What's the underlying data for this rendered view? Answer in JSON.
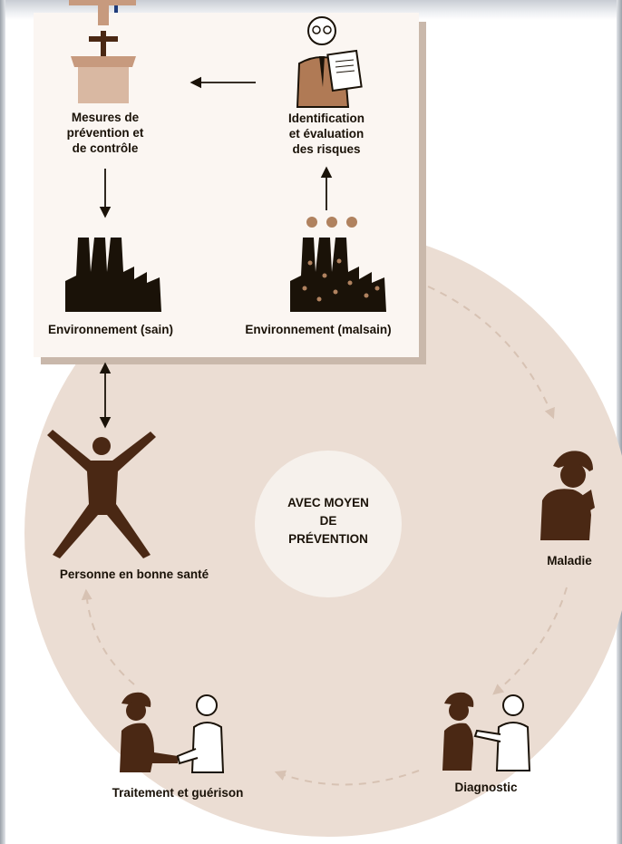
{
  "colors": {
    "circle_fill": "#ebddd3",
    "center_fill": "#f6f1ec",
    "box_fill": "#fbf6f2",
    "box_shadow": "#c9b8ab",
    "figure_dark": "#4a2814",
    "figure_mid": "#c79a7e",
    "dot_color": "#b0825f",
    "dashed_arrow": "#d7c2b3",
    "text": "#1a1208"
  },
  "nodes": {
    "mesures": "Mesures de\nprévention et\nde contrôle",
    "identification": "Identification\net évaluation\ndes risques",
    "env_sain": "Environnement (sain)",
    "env_malsain": "Environnement (malsain)",
    "center": "AVEC MOYEN\nDE\nPRÉVENTION",
    "personne": "Personne en bonne santé",
    "maladie": "Maladie",
    "diagnostic": "Diagnostic",
    "traitement": "Traitement et guérison"
  },
  "icons": {
    "speaker": "speaker-at-podium-icon",
    "inspector": "inspector-with-clipboard-icon",
    "factory_clean": "factory-icon",
    "factory_polluted": "polluting-factory-icon",
    "person": "healthy-person-icon",
    "sick": "sick-worker-icon",
    "diagnostic": "doctor-examining-worker-icon",
    "treatment": "doctor-shaking-hands-icon"
  }
}
